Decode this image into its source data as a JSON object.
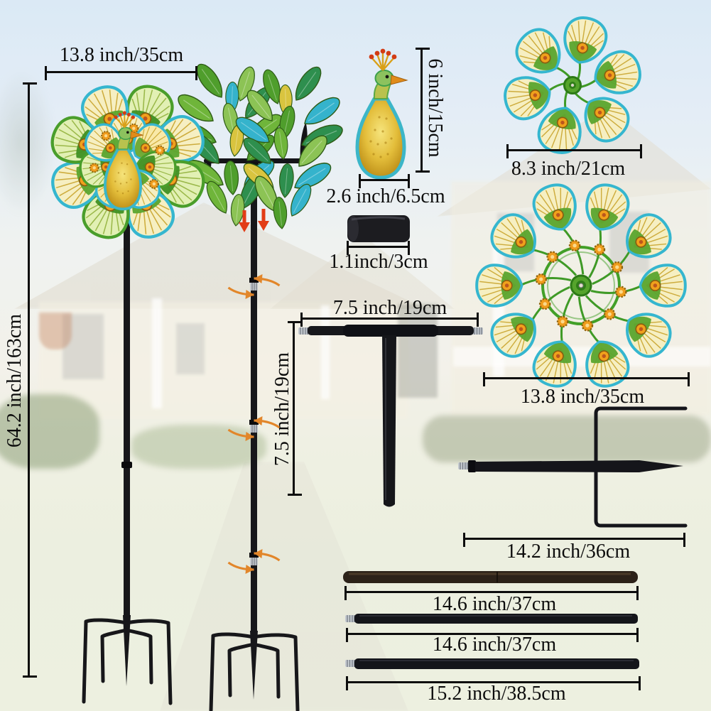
{
  "labels": {
    "spinner1_width": "13.8 inch/35cm",
    "total_height": "64.2 inch/163cm",
    "peacock_height": "6 inch/15cm",
    "peacock_width": "2.6 inch/6.5cm",
    "connector_tube_length": "1.1inch/3cm",
    "t_connector_width": "7.5 inch/19cm",
    "t_connector_height": "7.5 inch/19cm",
    "small_spinner_diameter": "8.3 inch/21cm",
    "large_spinner_diameter": "13.8 inch/35cm",
    "ground_stake_length": "14.2 inch/36cm",
    "pole_1_length": "14.6 inch/37cm",
    "pole_2_length": "14.6 inch/37cm",
    "pole_3_length": "15.2 inch/38.5cm"
  },
  "colors": {
    "dimension_line": "#0d0d0d",
    "metal_black": "#17171a",
    "petal_teal_edge": "#35b6cf",
    "petal_shell_cream": "#f6efc2",
    "leaf_green": "#55a42c",
    "ring_green": "#42a028",
    "jewel_orange": "#f09c1c",
    "body_gold": "#e3bd3a",
    "crown_red": "#d23b14",
    "beak_orange": "#e08b1a",
    "rotate_arrow_orange": "#e2862a",
    "assembly_arrow_red": "#e23c16",
    "thread_silver": "#c3c8cf",
    "sky_blue": "#d4e5f4",
    "lawn_pale": "#e9ecda"
  },
  "icons": {
    "rotate_arrows": "circular-rotate-arrows",
    "down_arrows": "insert-direction-down-arrows"
  }
}
